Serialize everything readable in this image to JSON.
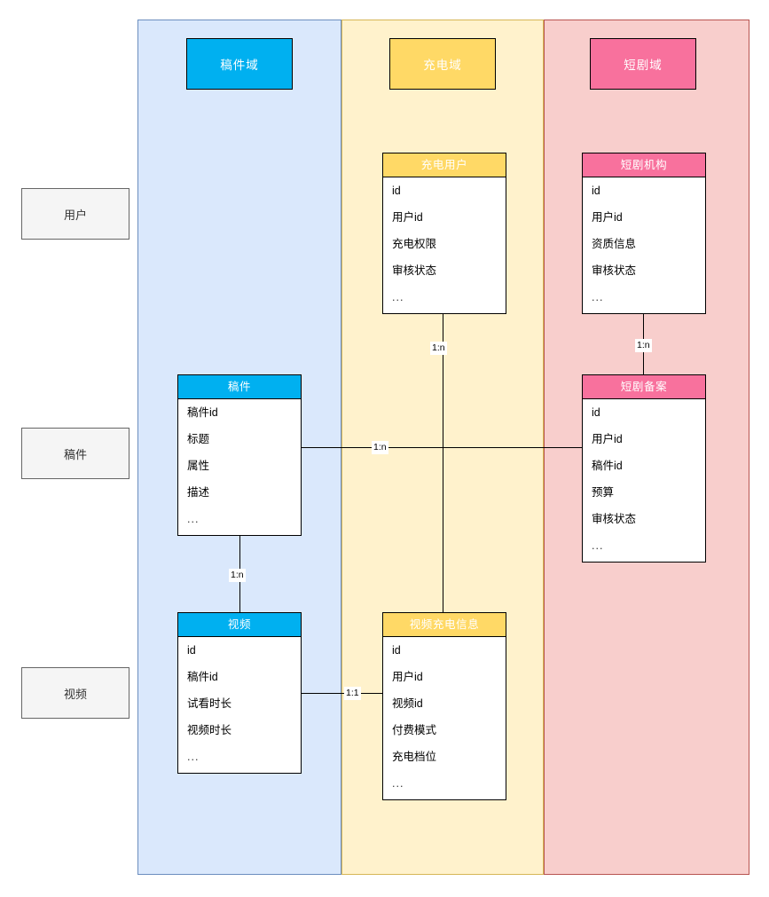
{
  "diagram": {
    "type": "er-swimlane-diagram",
    "lanes": [
      {
        "key": "draft",
        "title": "稿件域",
        "color": "#00b0f0",
        "background": "#dae8fc"
      },
      {
        "key": "charge",
        "title": "充电域",
        "color": "#ffd966",
        "background": "#fff2cc"
      },
      {
        "key": "drama",
        "title": "短剧域",
        "color": "#f8719d",
        "background": "#f8cecc"
      }
    ],
    "row_labels": [
      {
        "key": "user",
        "label": "用户"
      },
      {
        "key": "draft",
        "label": "稿件"
      },
      {
        "key": "video",
        "label": "视频"
      }
    ],
    "entities": [
      {
        "key": "charge_user",
        "title": "充电用户",
        "lane": "charge",
        "row": "user",
        "header_color": "#ffd966",
        "fields": [
          "id",
          "用户id",
          "充电权限",
          "审核状态",
          "..."
        ]
      },
      {
        "key": "drama_org",
        "title": "短剧机构",
        "lane": "drama",
        "row": "user",
        "header_color": "#f8719d",
        "fields": [
          "id",
          "用户id",
          "资质信息",
          "审核状态",
          "..."
        ]
      },
      {
        "key": "draft",
        "title": "稿件",
        "lane": "draft",
        "row": "draft",
        "header_color": "#00b0f0",
        "fields": [
          "稿件id",
          "标题",
          "属性",
          "描述",
          "..."
        ]
      },
      {
        "key": "drama_filing",
        "title": "短剧备案",
        "lane": "drama",
        "row": "draft",
        "header_color": "#f8719d",
        "fields": [
          "id",
          "用户id",
          "稿件id",
          "预算",
          "审核状态",
          "..."
        ]
      },
      {
        "key": "video",
        "title": "视频",
        "lane": "draft",
        "row": "video",
        "header_color": "#00b0f0",
        "fields": [
          "id",
          "稿件id",
          "试看时长",
          "视频时长",
          "..."
        ]
      },
      {
        "key": "video_charge_info",
        "title": "视频充电信息",
        "lane": "charge",
        "row": "video",
        "header_color": "#ffd966",
        "fields": [
          "id",
          "用户id",
          "视频id",
          "付费模式",
          "充电档位",
          "..."
        ]
      }
    ],
    "relationships": [
      {
        "key": "charge_user__video_charge_info",
        "from": "充电用户",
        "to": "视频充电信息",
        "label": "1:n"
      },
      {
        "key": "drama_org__drama_filing",
        "from": "短剧机构",
        "to": "短剧备案",
        "label": "1:n"
      },
      {
        "key": "draft__drama_filing",
        "from": "稿件",
        "to": "短剧备案",
        "label": "1:n"
      },
      {
        "key": "draft__video",
        "from": "稿件",
        "to": "视频",
        "label": "1:n"
      },
      {
        "key": "video__video_charge_info",
        "from": "视频",
        "to": "视频充电信息",
        "label": "1:1"
      }
    ]
  }
}
